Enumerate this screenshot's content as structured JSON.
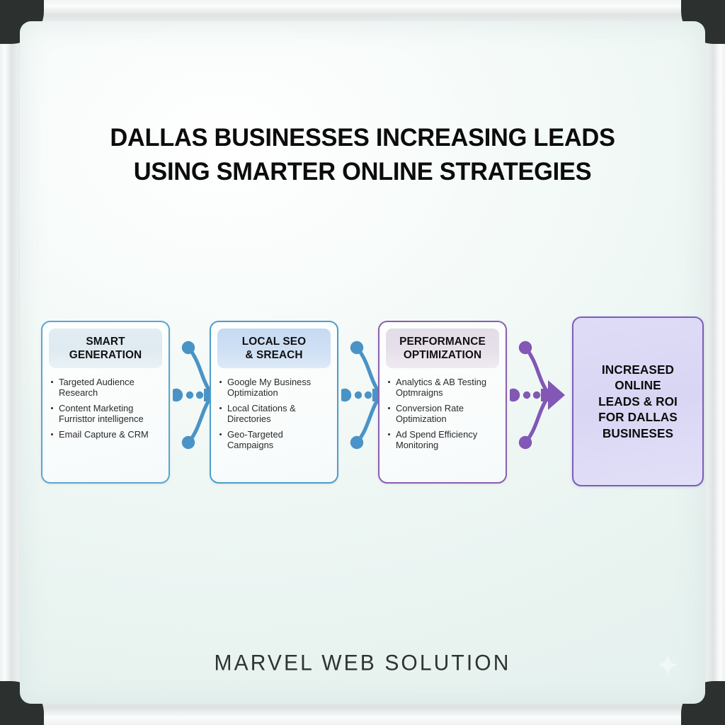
{
  "board": {
    "title_lines": [
      "DALLAS BUSINESSES INCREASING LEADS",
      "USING SMARTER ONLINE STRATEGIES"
    ],
    "footer": "MARVEL WEB SOLUTION"
  },
  "colors": {
    "board_surface": "#eaf4f1",
    "frame": "#e4e7e7",
    "corner_bracket": "#2c3130",
    "blue_border": "#5aa7cf",
    "blue_connector": "#4a93c6",
    "purple_border": "#8a5fae",
    "purple_connector": "#8257b5",
    "result_fill": "#dedcf6",
    "title_text": "#0c0c0c"
  },
  "flow": {
    "cards": [
      {
        "id": "smart-generation",
        "head_lines": [
          "SMART",
          "GENERATION"
        ],
        "accent": "#5aa7cf",
        "bullets": [
          "Targeted Audience Research",
          "Content Marketing Furristtor intelligence",
          "Email Capture & CRM"
        ]
      },
      {
        "id": "local-seo-sreach",
        "head_lines": [
          "LOCAL SEO",
          "& SREACH"
        ],
        "accent": "#4e9ecb",
        "bullets": [
          "Google My Business Optimization",
          "Local Citations & Directories",
          "Geo-Targeted Campaigns"
        ]
      },
      {
        "id": "performance-optimization",
        "head_lines": [
          "PERFORMANCE",
          "OPTIMIZATION"
        ],
        "accent": "#8a5fae",
        "bullets": [
          "Analytics & AB Testing Optmraigns",
          "Conversion Rate Optimization",
          "Ad Spend Efficiency Monitoring"
        ]
      }
    ],
    "result": {
      "id": "increased-leads-result",
      "lines": [
        "INCREASED",
        "ONLINE",
        "LEADS & ROI",
        "FOR DALLAS",
        "BUSINESES"
      ]
    },
    "connectors": [
      {
        "id": "connector-1",
        "color": "#4a93c6",
        "style": "dotted-arrow-with-branches"
      },
      {
        "id": "connector-2",
        "color": "#4a93c6",
        "style": "dotted-arrow-with-branches"
      },
      {
        "id": "connector-3",
        "color": "#8257b5",
        "style": "dotted-arrow-with-branches"
      }
    ]
  }
}
